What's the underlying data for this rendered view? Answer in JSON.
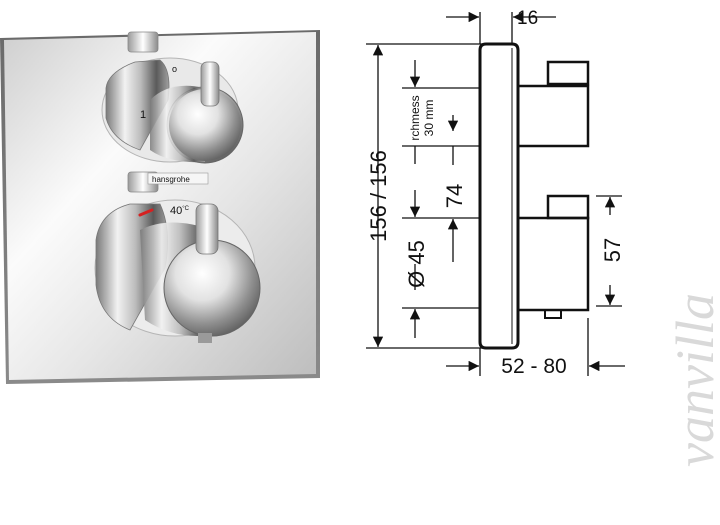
{
  "product": {
    "brand_label": "hansgrohe",
    "temperature_label": "40°C",
    "temp_number": "40",
    "temp_unit": "°C",
    "position_marker": "1",
    "position_dot": "o"
  },
  "dimensions": {
    "top_depth": "16",
    "overall_height": "156 / 156",
    "spacing_label_1": "rchmess",
    "spacing_label_2": "30 mm",
    "center_distance": "74",
    "knob_diameter": "Ø 45",
    "right_height": "57",
    "projection": "52 - 80"
  },
  "watermark": "vanvilla",
  "colors": {
    "line": "#111111",
    "chrome_light": "#f4f4f4",
    "chrome_dark": "#9a9a9a",
    "hot_mark": "#d62020",
    "watermark": "#d9d9d9"
  }
}
